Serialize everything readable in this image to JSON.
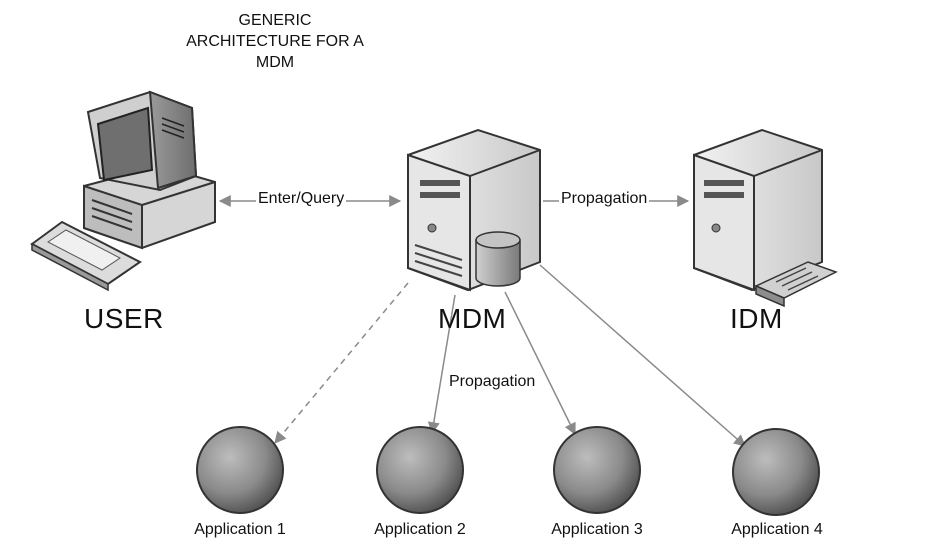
{
  "title_lines": [
    "GENERIC",
    "ARCHITECTURE FOR A",
    "MDM"
  ],
  "nodes": {
    "user": "USER",
    "mdm": "MDM",
    "idm": "IDM"
  },
  "edges": {
    "enter_query": "Enter/Query",
    "propagation_idm": "Propagation",
    "propagation_apps": "Propagation"
  },
  "applications": [
    "Application 1",
    "Application 2",
    "Application 3",
    "Application 4"
  ]
}
